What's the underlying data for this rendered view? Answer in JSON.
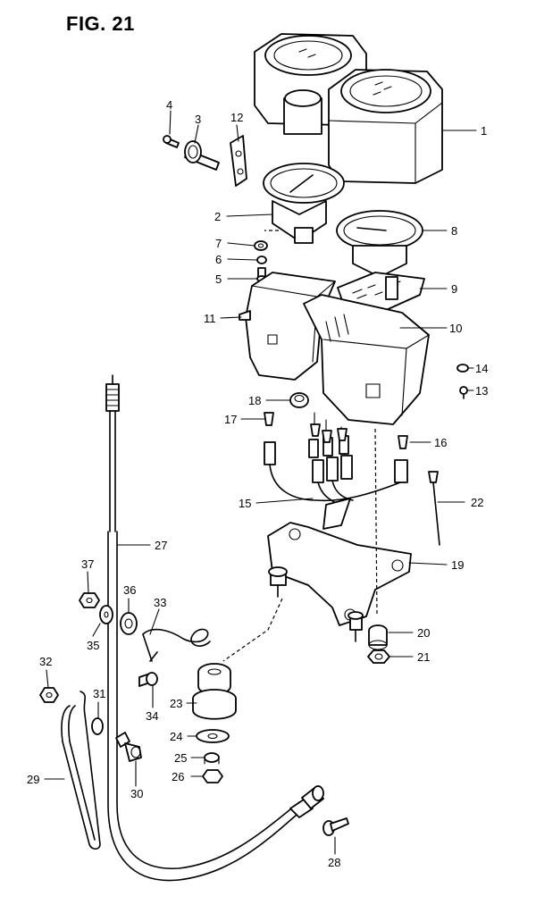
{
  "figure": {
    "title": "FIG. 21"
  },
  "callouts": [
    "1",
    "2",
    "3",
    "4",
    "5",
    "6",
    "7",
    "8",
    "9",
    "10",
    "11",
    "12",
    "13",
    "14",
    "15",
    "16",
    "17",
    "18",
    "19",
    "20",
    "21",
    "22",
    "23",
    "24",
    "25",
    "26",
    "27",
    "28",
    "29",
    "30",
    "31",
    "32",
    "33",
    "34",
    "35",
    "36",
    "37"
  ]
}
